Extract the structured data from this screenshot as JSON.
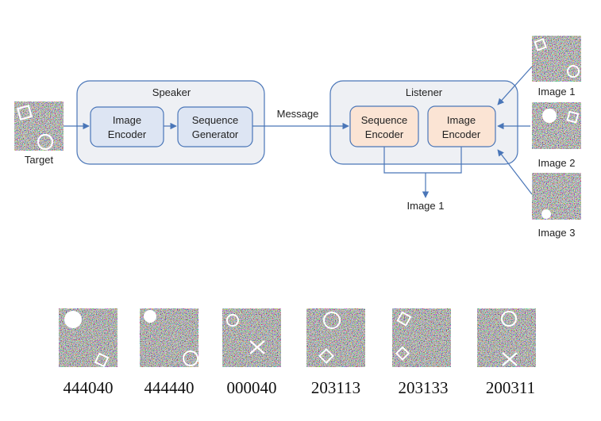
{
  "diagram": {
    "speaker": {
      "title": "Speaker",
      "image_encoder_line1": "Image",
      "image_encoder_line2": "Encoder",
      "sequence_generator_line1": "Sequence",
      "sequence_generator_line2": "Generator"
    },
    "listener": {
      "title": "Listener",
      "sequence_encoder_line1": "Sequence",
      "sequence_encoder_line2": "Encoder",
      "image_encoder_line1": "Image",
      "image_encoder_line2": "Encoder",
      "output_label": "Image 1"
    },
    "message_label": "Message",
    "target_label": "Target",
    "candidates": [
      "Image 1",
      "Image 2",
      "Image 3"
    ]
  },
  "examples": [
    {
      "code": "444040"
    },
    {
      "code": "444440"
    },
    {
      "code": "000040"
    },
    {
      "code": "203113"
    },
    {
      "code": "203133"
    },
    {
      "code": "200311"
    }
  ],
  "colors": {
    "arrow": "#4a76b8",
    "group_fill": "#eef0f4",
    "group_stroke": "#4a76b8",
    "speaker_box_fill": "#dde5f3",
    "listener_box_fill": "#fbe4d4"
  }
}
